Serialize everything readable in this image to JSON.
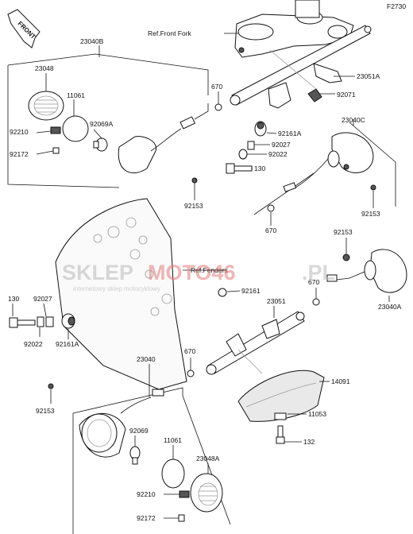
{
  "figure_code": "F2730",
  "front_label": "FRONT",
  "watermark": {
    "brand_a": "SKLEP",
    "brand_b": "MOTO46",
    "brand_c": ".PL",
    "tagline": "internetowy sklep motocyklowy"
  },
  "refs": {
    "front_fork": "Ref.Front Fork",
    "fenders": "Ref.Fenders"
  },
  "parts": {
    "p23040B": "23040B",
    "p23048_top": "23048",
    "p11061_top": "11061",
    "p92069A": "92069A",
    "p92210_top": "92210",
    "p92172_top": "92172",
    "p92153_a": "92153",
    "p670_a": "670",
    "p23051A": "23051A",
    "p92071": "92071",
    "p92161A_top": "92161A",
    "p92027_top": "92027",
    "p92022_top": "92022",
    "p130_top": "130",
    "p23040C": "23040C",
    "p92153_b": "92153",
    "p670_b": "670",
    "p92153_c": "92153",
    "p670_c": "670",
    "p23040A": "23040A",
    "p92161": "92161",
    "p23051": "23051",
    "p130_mid": "130",
    "p92027_mid": "92027",
    "p92022_mid": "92022",
    "p92161A_mid": "92161A",
    "p23040": "23040",
    "p670_d": "670",
    "p14091": "14091",
    "p92153_d": "92153",
    "p11053": "11053",
    "p92069": "92069",
    "p11061_bot": "11061",
    "p23048A": "23048A",
    "p132": "132",
    "p92210_bot": "92210",
    "p92172_bot": "92172"
  }
}
